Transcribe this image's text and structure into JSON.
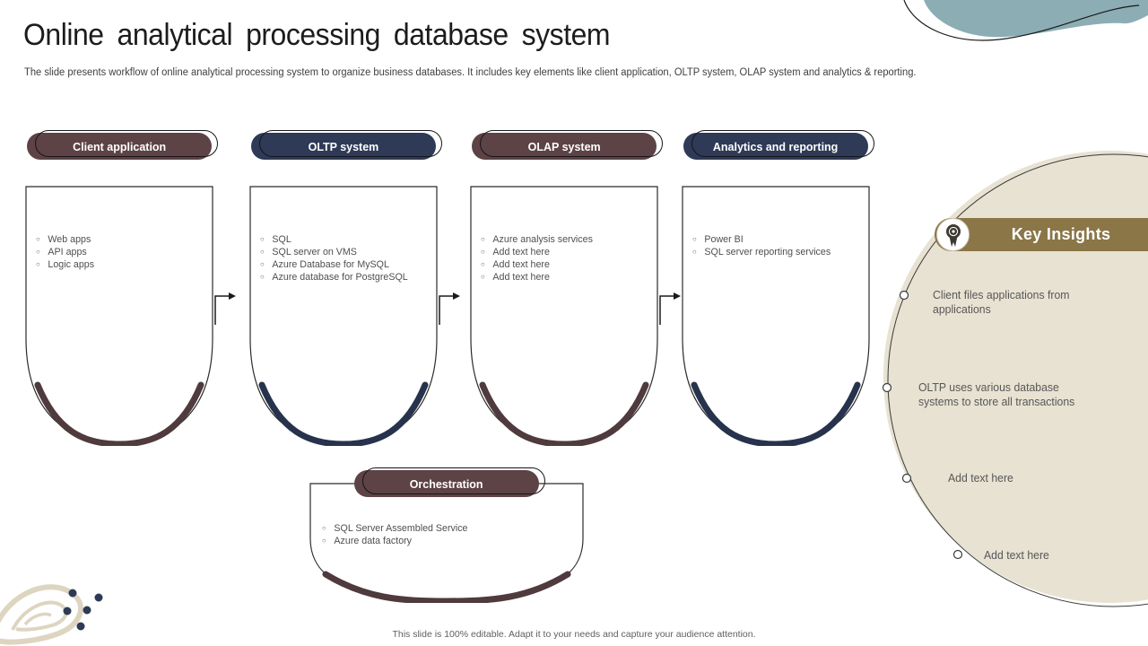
{
  "slide": {
    "title": "Online analytical processing database system",
    "subtitle": "The slide presents workflow of online analytical processing system to organize business databases. It includes key elements like client application, OLTP system, OLAP system and analytics & reporting.",
    "footer": "This slide is 100% editable. Adapt it to your  needs and capture your audience attention."
  },
  "colors": {
    "maroon": "#5d4246",
    "navy": "#2e3a56",
    "gold": "#8b7648",
    "beige_circle": "#e8e2d2",
    "teal_blob": "#8badb3",
    "swirl_beige": "#ddd5c0",
    "list_text": "#4f4f4f"
  },
  "columns": [
    {
      "header": "Client application",
      "accent": "maroon",
      "items": [
        "Web apps",
        "API apps",
        "Logic apps"
      ]
    },
    {
      "header": "OLTP system",
      "accent": "navy",
      "items": [
        "SQL",
        "SQL server on VMS",
        "Azure Database for MySQL",
        "Azure database for PostgreSQL"
      ]
    },
    {
      "header": "OLAP system",
      "accent": "maroon",
      "items": [
        "Azure analysis services",
        "Add text here",
        "Add text here",
        "Add text here"
      ]
    },
    {
      "header": "Analytics and reporting",
      "accent": "navy",
      "items": [
        "Power BI",
        "SQL server reporting services"
      ]
    }
  ],
  "orchestration": {
    "header": "Orchestration",
    "items": [
      "SQL Server Assembled Service",
      "Azure data factory"
    ]
  },
  "key_insights": {
    "title": "Key Insights",
    "badge_icon": "award-ribbon-icon",
    "items": [
      "Client files applications from applications",
      "OLTP uses various  database systems to store all transactions",
      "Add text here",
      "Add text here"
    ]
  }
}
